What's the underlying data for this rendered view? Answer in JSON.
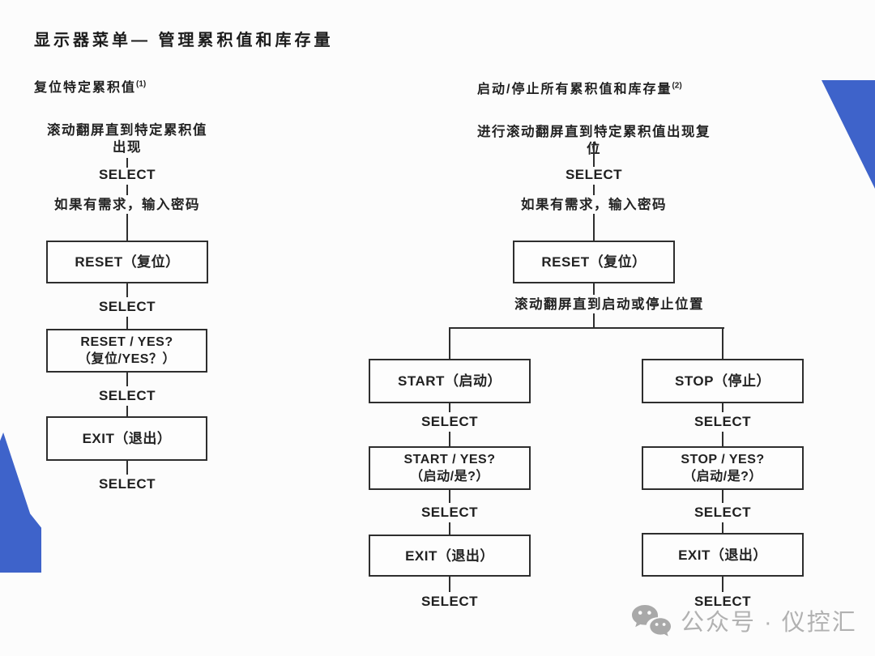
{
  "title": "显示器菜单— 管理累积值和库存量",
  "colors": {
    "accent_blue": "#3E63CA",
    "line_color": "#2e2e2e",
    "text_color": "#222222",
    "watermark_gray": "#b1b1b1",
    "background": "#fcfcfc"
  },
  "left_flow": {
    "heading": "复位特定累积值",
    "heading_sup": "(1)",
    "note_scroll_line1": "滚动翻屏直到特定累积值",
    "note_scroll_line2": "出现",
    "select": "SELECT",
    "note_password": "如果有需求，输入密码",
    "box_reset": "RESET（复位）",
    "box_reset_yes_line1": "RESET / YES?",
    "box_reset_yes_line2": "（复位/YES？）",
    "box_exit": "EXIT（退出）"
  },
  "right_flow": {
    "heading": "启动/停止所有累积值和库存量",
    "heading_sup": "(2)",
    "note_scroll": "进行滚动翻屏直到特定累积值出现复位",
    "select": "SELECT",
    "note_password": "如果有需求，输入密码",
    "box_reset": "RESET（复位）",
    "note_scroll_position": "滚动翻屏直到启动或停止位置",
    "start_branch": {
      "box_start": "START（启动）",
      "box_yes_line1": "START / YES?",
      "box_yes_line2": "（启动/是?）",
      "box_exit": "EXIT（退出）"
    },
    "stop_branch": {
      "box_stop": "STOP（停止）",
      "box_yes_line1": "STOP / YES?",
      "box_yes_line2": "（启动/是?）",
      "box_exit": "EXIT（退出）"
    }
  },
  "watermark": {
    "icon": "wechat-icon",
    "text": "公众号 · 仪控汇"
  }
}
